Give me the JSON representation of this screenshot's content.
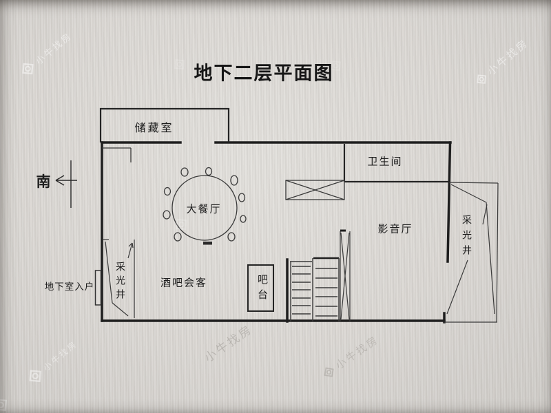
{
  "page": {
    "title": "地下二层平面图"
  },
  "compass": {
    "south_label": "南"
  },
  "rooms": {
    "storage": {
      "label": "储藏室"
    },
    "bathroom": {
      "label": "卫生间"
    },
    "dining": {
      "label": "大餐厅"
    },
    "media_room": {
      "label": "影音厅"
    },
    "bar_lounge": {
      "label": "酒吧会客"
    },
    "bar_counter": {
      "label": "吧台"
    },
    "entrance": {
      "label": "地下室入户"
    },
    "light_well_left": {
      "label": "采光井"
    },
    "light_well_right": {
      "label": "采光井"
    }
  },
  "watermark": {
    "brand": "小牛找房",
    "icon": "niu-diamond-icon"
  },
  "colors": {
    "paper": "#dad7d3",
    "wall_line": "#1e1e1e",
    "thin_line": "#3a3a3a",
    "watermark_white": "#ffffff",
    "watermark_gray": "#6e6962"
  }
}
